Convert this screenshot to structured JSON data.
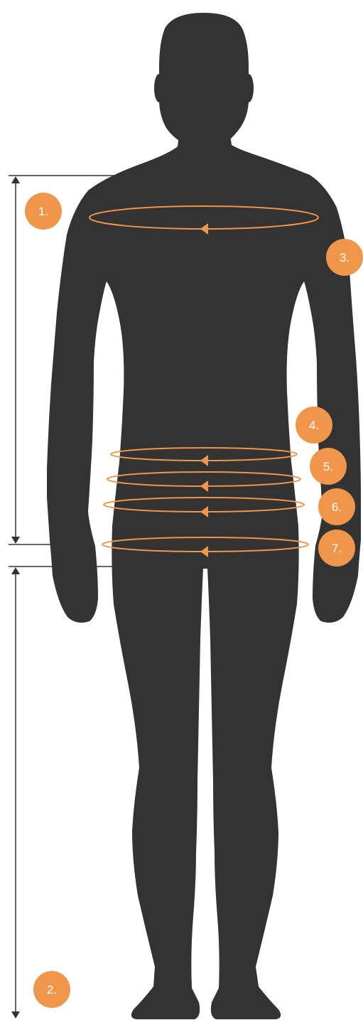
{
  "colors": {
    "silhouette": "#333333",
    "accent": "#f0964a",
    "measure_line": "#333333",
    "background": "#ffffff"
  },
  "badges": [
    {
      "label": "1."
    },
    {
      "label": "2."
    },
    {
      "label": "3."
    },
    {
      "label": "4."
    },
    {
      "label": "5."
    },
    {
      "label": "6."
    },
    {
      "label": "7."
    }
  ]
}
